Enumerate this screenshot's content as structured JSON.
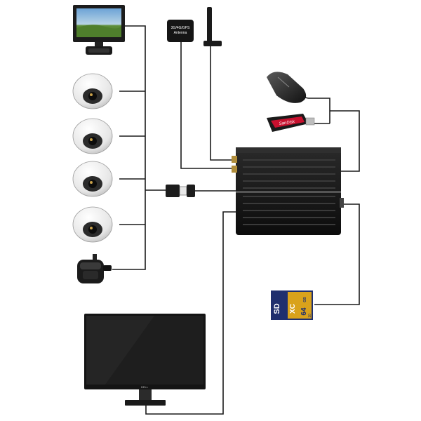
{
  "gps_antenna": {
    "line1": "3G/4G/GPS",
    "line2": "Antenna"
  },
  "sd_card": {
    "brand": "SD",
    "format": "XC",
    "capacity": "64",
    "unit": "GB",
    "class": "10"
  },
  "usb_drive": {
    "brand": "SanDisk"
  },
  "monitor": {
    "brand": "DELL"
  },
  "colors": {
    "wire": "#1a1a1a",
    "device_body": "#111111",
    "sd_card": "#1f2f6e",
    "sd_label": "#d9a21b",
    "usb_red": "#c8102e"
  }
}
